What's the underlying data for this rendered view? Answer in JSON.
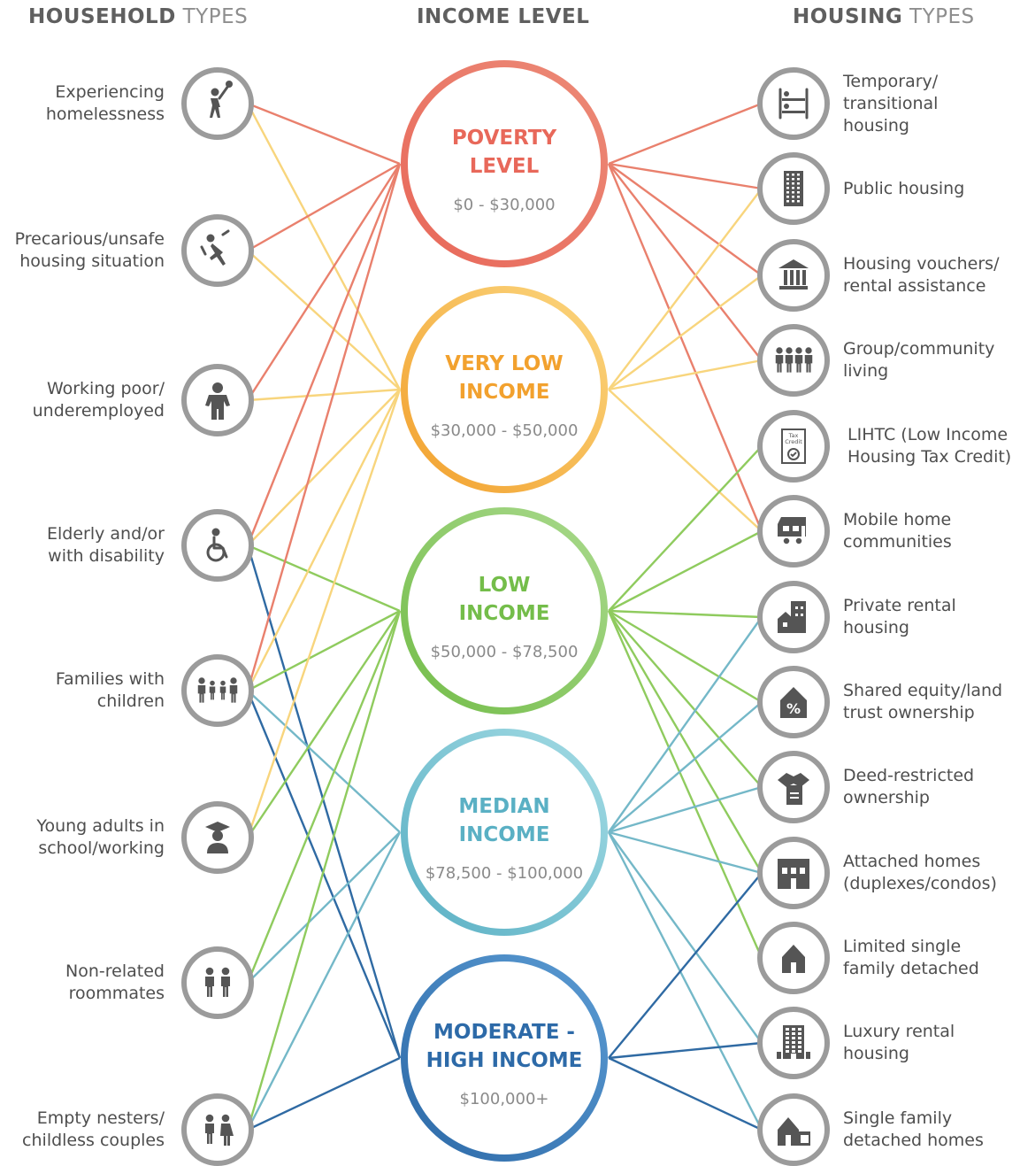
{
  "headers": {
    "household": {
      "bold": "HOUSEHOLD",
      "light": "TYPES"
    },
    "income": {
      "bold": "INCOME LEVEL"
    },
    "housing": {
      "bold": "HOUSING",
      "light": "TYPES"
    }
  },
  "household_types": [
    {
      "lines": [
        "Experiencing",
        "homelessness"
      ],
      "icon": "hobo-bindle-icon"
    },
    {
      "lines": [
        "Precarious/unsafe",
        "housing situation"
      ],
      "icon": "falling-person-icon"
    },
    {
      "lines": [
        "Working poor/",
        "underemployed"
      ],
      "icon": "worker-person-icon"
    },
    {
      "lines": [
        "Elderly and/or",
        "with disability"
      ],
      "icon": "wheelchair-icon"
    },
    {
      "lines": [
        "Families with",
        "children"
      ],
      "icon": "family-icon"
    },
    {
      "lines": [
        "Young adults in",
        "school/working"
      ],
      "icon": "graduate-icon"
    },
    {
      "lines": [
        "Non-related",
        "roommates"
      ],
      "icon": "roommates-icon"
    },
    {
      "lines": [
        "Empty nesters/",
        "childless couples"
      ],
      "icon": "couple-icon"
    }
  ],
  "income_levels": [
    {
      "lines": [
        "POVERTY",
        "LEVEL"
      ],
      "range": "$0 - $30,000",
      "color": "#e8685a",
      "color2": "#ec8a77"
    },
    {
      "lines": [
        "VERY LOW",
        "INCOME"
      ],
      "range": "$30,000 - $50,000",
      "color": "#f2a12e",
      "color2": "#fbd67f"
    },
    {
      "lines": [
        "LOW",
        "INCOME"
      ],
      "range": "$50,000 - $78,500",
      "color": "#74bd4a",
      "color2": "#a9d98c"
    },
    {
      "lines": [
        "MEDIAN",
        "INCOME"
      ],
      "range": "$78,500 - $100,000",
      "color": "#5ab0c4",
      "color2": "#a3dbe4"
    },
    {
      "lines": [
        "MODERATE -",
        "HIGH INCOME"
      ],
      "range": "$100,000+",
      "color": "#2d6aa8",
      "color2": "#5a9ad2"
    }
  ],
  "housing_types": [
    {
      "lines": [
        "Temporary/",
        "transitional",
        "housing"
      ],
      "icon": "bunk-bed-icon"
    },
    {
      "lines": [
        "Public housing"
      ],
      "icon": "tower-building-icon"
    },
    {
      "lines": [
        "Housing vouchers/",
        "rental assistance"
      ],
      "icon": "government-building-icon"
    },
    {
      "lines": [
        "Group/community",
        "living"
      ],
      "icon": "group-people-icon"
    },
    {
      "lines": [
        "LIHTC  (Low Income",
        "Housing Tax Credit)"
      ],
      "icon": "tax-credit-icon",
      "badge": [
        "Tax",
        "Credit"
      ]
    },
    {
      "lines": [
        "Mobile home",
        "communities"
      ],
      "icon": "mobile-home-icon"
    },
    {
      "lines": [
        "Private rental",
        "housing"
      ],
      "icon": "rental-buildings-icon"
    },
    {
      "lines": [
        "Shared equity/land",
        "trust ownership"
      ],
      "icon": "house-percent-icon",
      "badge": [
        "%"
      ]
    },
    {
      "lines": [
        "Deed-restricted",
        "ownership"
      ],
      "icon": "handshake-deed-icon"
    },
    {
      "lines": [
        "Attached homes",
        "(duplexes/condos)"
      ],
      "icon": "attached-homes-icon"
    },
    {
      "lines": [
        "Limited single",
        "family detached"
      ],
      "icon": "small-house-icon"
    },
    {
      "lines": [
        "Luxury rental",
        "housing"
      ],
      "icon": "luxury-building-icon"
    },
    {
      "lines": [
        "Single family",
        "detached homes"
      ],
      "icon": "house-garage-icon"
    }
  ],
  "connections_left": [
    {
      "from": 0,
      "to": 0
    },
    {
      "from": 0,
      "to": 1
    },
    {
      "from": 1,
      "to": 0
    },
    {
      "from": 1,
      "to": 1
    },
    {
      "from": 2,
      "to": 0
    },
    {
      "from": 2,
      "to": 1
    },
    {
      "from": 3,
      "to": 0
    },
    {
      "from": 3,
      "to": 1
    },
    {
      "from": 3,
      "to": 2
    },
    {
      "from": 3,
      "to": 4
    },
    {
      "from": 4,
      "to": 0
    },
    {
      "from": 4,
      "to": 1
    },
    {
      "from": 4,
      "to": 2
    },
    {
      "from": 4,
      "to": 3
    },
    {
      "from": 4,
      "to": 4
    },
    {
      "from": 5,
      "to": 1
    },
    {
      "from": 5,
      "to": 2
    },
    {
      "from": 6,
      "to": 2
    },
    {
      "from": 6,
      "to": 3
    },
    {
      "from": 7,
      "to": 2
    },
    {
      "from": 7,
      "to": 3
    },
    {
      "from": 7,
      "to": 4
    }
  ],
  "connections_right": [
    {
      "from": 0,
      "to": 0
    },
    {
      "from": 0,
      "to": 1
    },
    {
      "from": 0,
      "to": 2
    },
    {
      "from": 0,
      "to": 3
    },
    {
      "from": 0,
      "to": 5
    },
    {
      "from": 1,
      "to": 1
    },
    {
      "from": 1,
      "to": 2
    },
    {
      "from": 1,
      "to": 3
    },
    {
      "from": 1,
      "to": 5
    },
    {
      "from": 2,
      "to": 4
    },
    {
      "from": 2,
      "to": 5
    },
    {
      "from": 2,
      "to": 6
    },
    {
      "from": 2,
      "to": 7
    },
    {
      "from": 2,
      "to": 8
    },
    {
      "from": 2,
      "to": 9
    },
    {
      "from": 2,
      "to": 10
    },
    {
      "from": 3,
      "to": 6
    },
    {
      "from": 3,
      "to": 7
    },
    {
      "from": 3,
      "to": 8
    },
    {
      "from": 3,
      "to": 9
    },
    {
      "from": 3,
      "to": 11
    },
    {
      "from": 3,
      "to": 12
    },
    {
      "from": 4,
      "to": 9
    },
    {
      "from": 4,
      "to": 11
    },
    {
      "from": 4,
      "to": 12
    }
  ]
}
